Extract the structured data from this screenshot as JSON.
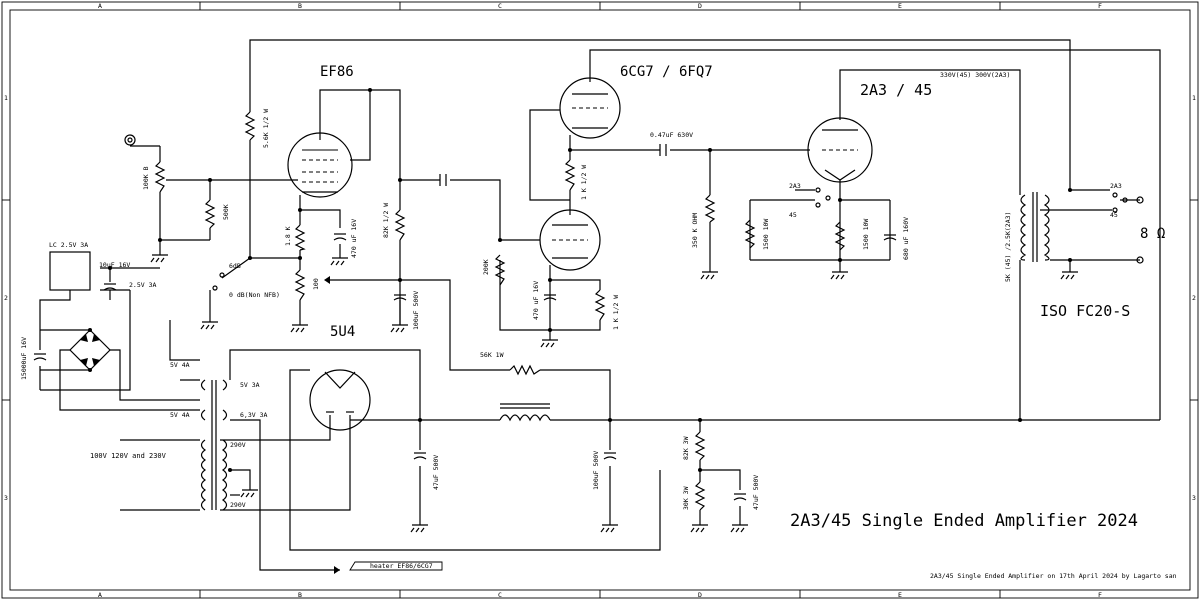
{
  "frame": {
    "columns": [
      "A",
      "B",
      "C",
      "D",
      "E",
      "F"
    ],
    "rows": [
      "1",
      "2",
      "3"
    ]
  },
  "tubes": {
    "pre": "EF86",
    "driver": "6CG7 / 6FQ7",
    "output": "2A3 / 45",
    "rectifier": "5U4"
  },
  "labels": {
    "r_5k6": "5.6K 1/2 W",
    "pot_100k": "100K B",
    "r_500k": "500K",
    "r_1k8": "1.8 K",
    "c_470_16": "470 uF 16V",
    "r_82k": "82K 1/2 W",
    "r_100": "100",
    "c_100_500": "100uF 500V",
    "sw_6db": "6dB",
    "sw_0db": "0 dB(Non NFB)",
    "lc_box": "LC 2.5V 3A",
    "c_10uf": "10uF 16V",
    "v_2v5": "2.5V 3A",
    "c_15000": "15000uF 16V",
    "r_200k": "200K",
    "c_470_16b": "470 uF 16V",
    "r_1k_a": "1 K 1/2 W",
    "r_1k_b": "1 K 1/2 W",
    "c_047": "0.47uF 630V",
    "r_350k": "350 K OHM",
    "sw_2a3": "2A3",
    "sw_45": "45",
    "r_1500_a": "1500 10W",
    "r_1500_b": "1500 10W",
    "c_680": "680 uF 160V",
    "b_plus": "330V(45) 300V(2A3)",
    "opt_primary": "5K (45) /2.5K(2A3)",
    "opt_2a3": "2A3",
    "opt_45": "45",
    "ohm": "8  Ω",
    "opt_model": "ISO FC20-S",
    "r_56k": "56K 1W",
    "pt_5v4a": "5V 4A",
    "pt_5v3a": "5V 3A",
    "pt_5v4a_b": "5V 4A",
    "pt_6v3": "6,3V 3A",
    "pt_290a": "290V",
    "pt_290b": "290V",
    "mains": "100V 120V and 230V",
    "c_47_500": "47uF 500V",
    "c_100_500b": "100uF 500V",
    "r_82k_3w": "82K 3W",
    "r_30k_3w": "30K 3W",
    "c_47_500b": "47uF 500V",
    "heater_tag": "heater EF86/6CG7",
    "title": "2A3/45 Single Ended Amplifier 2024",
    "footer": "2A3/45 Single Ended Amplifier on 17th April 2024 by Lagarto san"
  }
}
